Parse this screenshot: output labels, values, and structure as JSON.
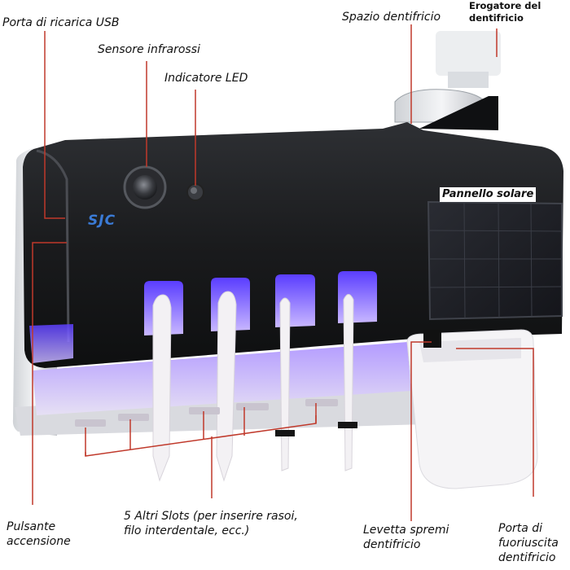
{
  "labels": {
    "usb_port": "Porta di ricarica USB",
    "ir_sensor": "Sensore infrarossi",
    "led": "Indicatore LED",
    "paste_space": "Spazio dentifricio",
    "dispenser": "Erogatore del dentifricio",
    "solar_panel": "Pannello solare",
    "power_button": "Pulsante accensione",
    "slots": "5  Altri Slots (per inserire rasoi, filo interdentale, ecc.)",
    "squeeze_lever": "Levetta spremi dentifricio",
    "exit_port": "Porta di fuoriuscita dentifricio"
  },
  "logo": {
    "text": "SJC"
  },
  "colors": {
    "body": "#1c1d1f",
    "uv_glow": "#7b5cff",
    "leader_line": "#c0392b",
    "label_text": "#111111"
  }
}
